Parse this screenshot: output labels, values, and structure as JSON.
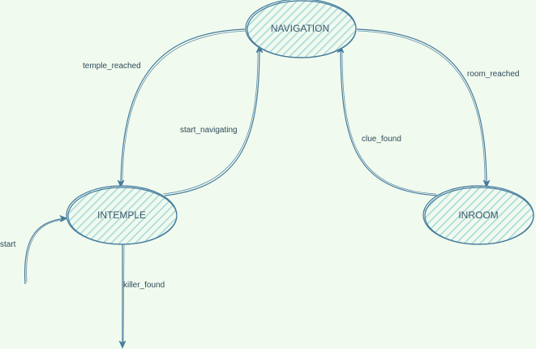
{
  "colors": {
    "background": "#F1FAEE",
    "stroke": "#457B9D",
    "hatch": "#A8DADC",
    "text": "#2E4A5C"
  },
  "nodes": {
    "navigation": {
      "label": "NAVIGATION"
    },
    "intemple": {
      "label": "INTEMPLE"
    },
    "inroom": {
      "label": "INROOM"
    }
  },
  "edges": {
    "temple_reached": {
      "label": "temple_reached"
    },
    "start_navigating": {
      "label": "start_navigating"
    },
    "room_reached": {
      "label": "room_reached"
    },
    "clue_found": {
      "label": "clue_found"
    },
    "start": {
      "label": "start"
    },
    "killer_found": {
      "label": "killer_found"
    }
  }
}
